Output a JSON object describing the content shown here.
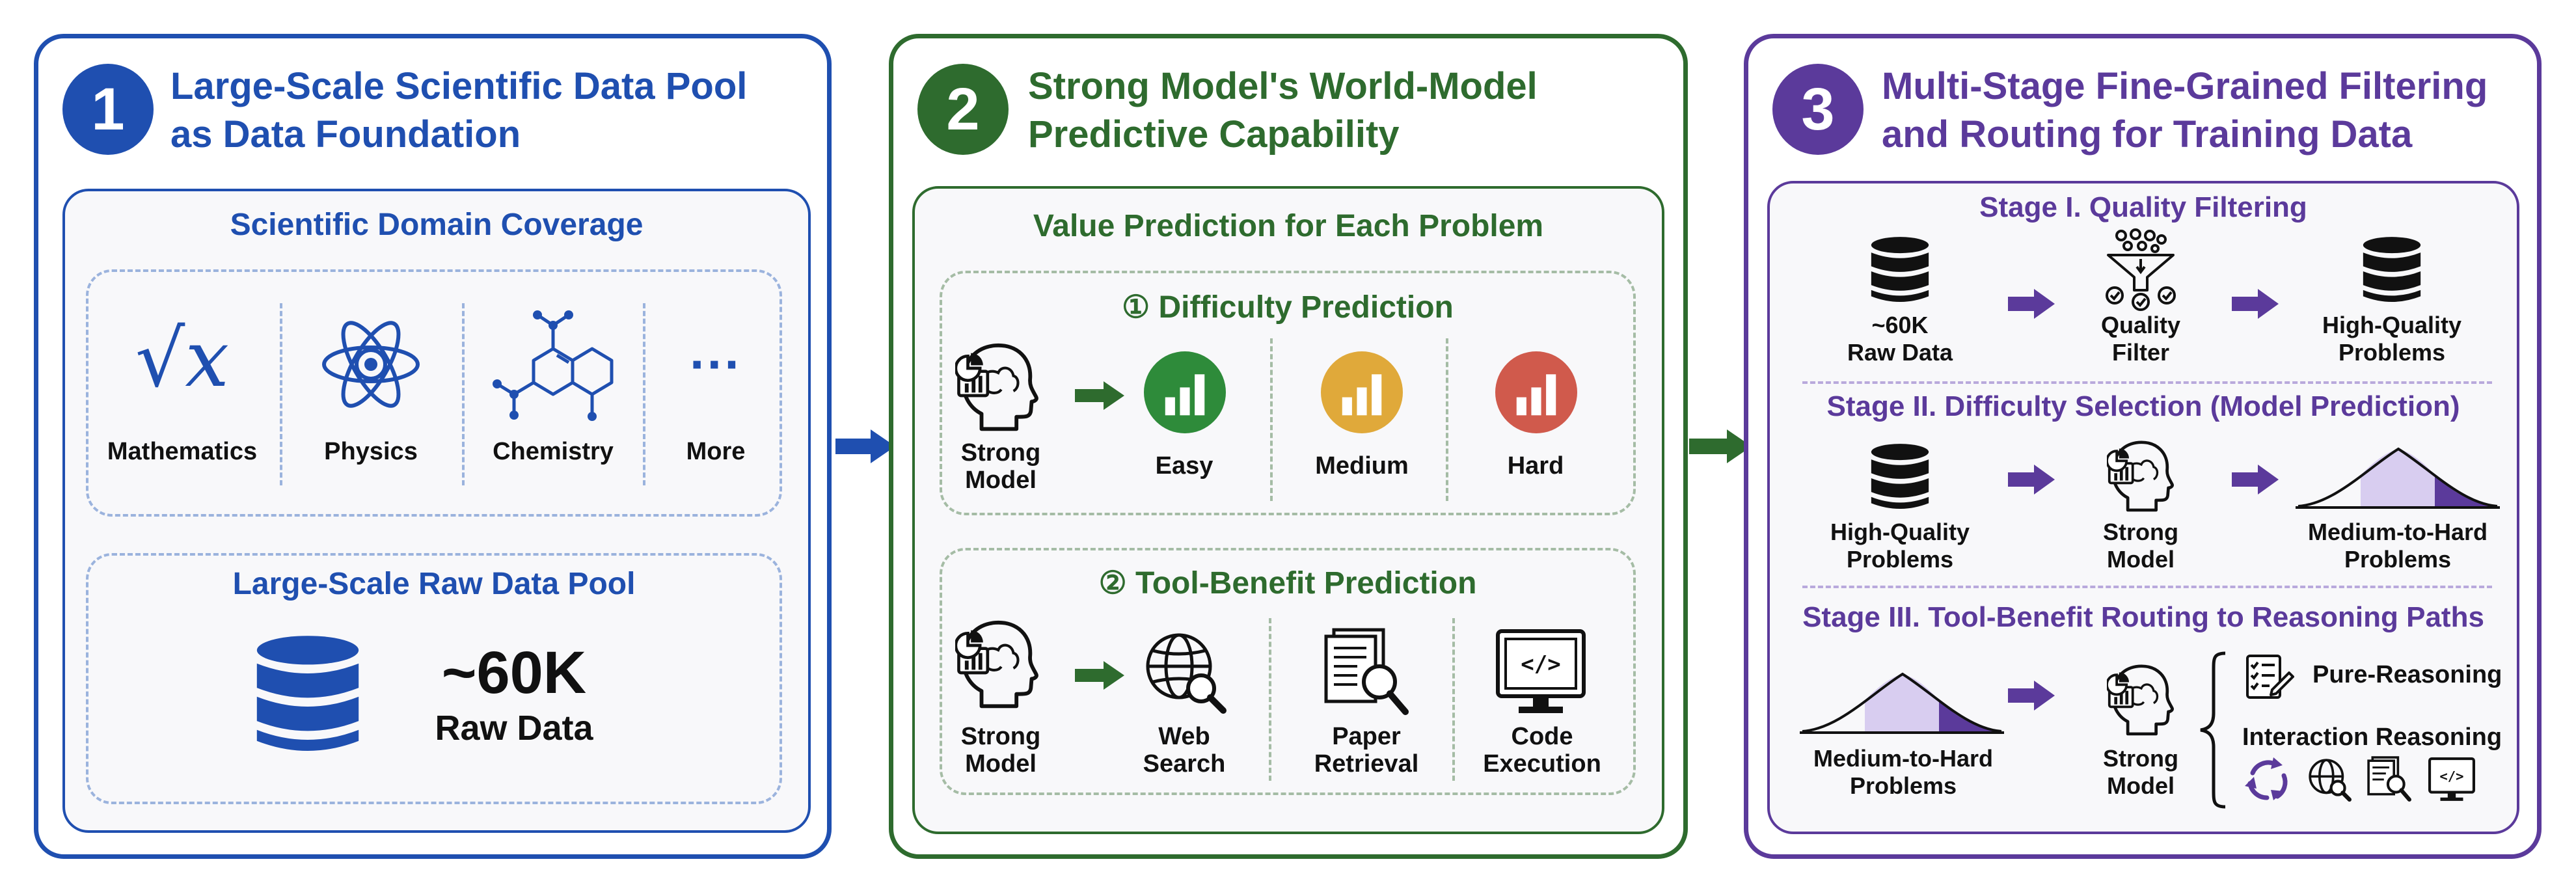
{
  "colors": {
    "blue": "#1f4fb0",
    "green": "#2e6b2e",
    "purple": "#5b3a9b",
    "easy": "#2e8b3a",
    "medium": "#e0a93a",
    "hard": "#d05a4c",
    "lavender": "#d8cdf0"
  },
  "panel1": {
    "number": "1",
    "title_line1": "Large-Scale Scientific Data Pool",
    "title_line2": "as Data Foundation",
    "coverage_title": "Scientific Domain Coverage",
    "domains": [
      {
        "label": "Mathematics",
        "icon": "sqrt-x-icon"
      },
      {
        "label": "Physics",
        "icon": "atom-icon"
      },
      {
        "label": "Chemistry",
        "icon": "molecule-icon"
      },
      {
        "label": "More",
        "icon": "ellipsis-icon"
      }
    ],
    "math_symbol": "√x",
    "more_symbol": "···",
    "pool_title": "Large-Scale Raw Data Pool",
    "pool_count": "~60K",
    "pool_label": "Raw Data"
  },
  "panel2": {
    "number": "2",
    "title_line1": "Strong Model's World-Model",
    "title_line2": "Predictive Capability",
    "section_title": "Value Prediction for Each Problem",
    "difficulty": {
      "title": "① Difficulty Prediction",
      "model_label": [
        "Strong",
        "Model"
      ],
      "levels": [
        {
          "label": "Easy",
          "icon": "easy-bars-icon"
        },
        {
          "label": "Medium",
          "icon": "medium-bars-icon"
        },
        {
          "label": "Hard",
          "icon": "hard-bars-icon"
        }
      ]
    },
    "tool": {
      "title": "② Tool-Benefit Prediction",
      "model_label": [
        "Strong",
        "Model"
      ],
      "tools": [
        {
          "label": [
            "Web",
            "Search"
          ],
          "icon": "web-search-icon"
        },
        {
          "label": [
            "Paper",
            "Retrieval"
          ],
          "icon": "paper-retrieval-icon"
        },
        {
          "label": [
            "Code",
            "Execution"
          ],
          "icon": "code-execution-icon"
        }
      ]
    }
  },
  "panel3": {
    "number": "3",
    "title_line1": "Multi-Stage Fine-Grained Filtering",
    "title_line2": "and Routing for Training Data",
    "stage1": {
      "title": "Stage I. Quality Filtering",
      "raw_label": [
        "~60K",
        "Raw Data"
      ],
      "filter_label": [
        "Quality",
        "Filter"
      ],
      "out_label": [
        "High-Quality",
        "Problems"
      ]
    },
    "stage2": {
      "title": "Stage II. Difficulty Selection (Model Prediction)",
      "in_label": [
        "High-Quality",
        "Problems"
      ],
      "model_label": [
        "Strong",
        "Model"
      ],
      "out_label": [
        "Medium-to-Hard",
        "Problems"
      ]
    },
    "stage3": {
      "title": "Stage III. Tool-Benefit Routing to Reasoning Paths",
      "in_label": [
        "Medium-to-Hard",
        "Problems"
      ],
      "model_label": [
        "Strong",
        "Model"
      ],
      "pure_label": "Pure-Reasoning",
      "interaction_label": "Interaction Reasoning"
    }
  }
}
